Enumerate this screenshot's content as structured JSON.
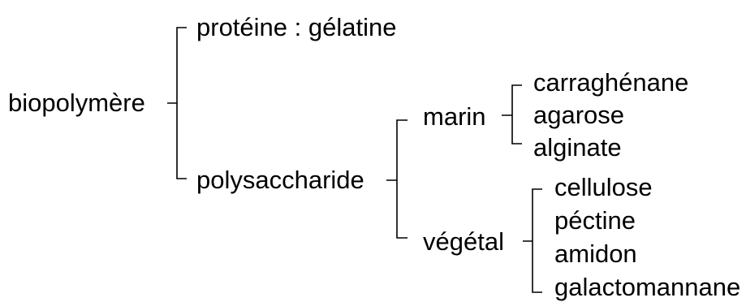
{
  "tree": {
    "root": "biopolymère",
    "branch_protein": "protéine : gélatine",
    "branch_polysaccharide": "polysaccharide",
    "marine": {
      "label": "marin",
      "items": [
        "carraghénane",
        "agarose",
        "alginate"
      ]
    },
    "plant": {
      "label": "végétal",
      "items": [
        "cellulose",
        "péctine",
        "amidon",
        "galactomannane"
      ]
    }
  }
}
